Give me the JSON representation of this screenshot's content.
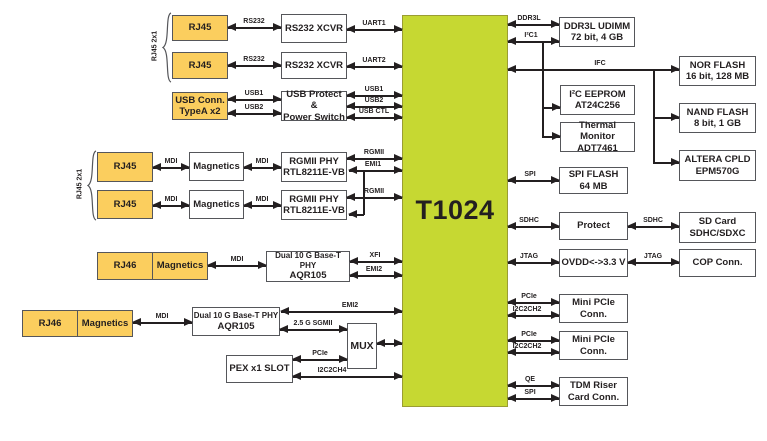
{
  "diagram": {
    "cpu_label": "T1024",
    "colors": {
      "yellow_block": "#FBCE5E",
      "green_block": "#C6D832",
      "line": "#231F20",
      "box_border": "#55565A"
    },
    "groups": {
      "top": "RJ45 2x1",
      "mid": "RJ45 2x1"
    },
    "boxes": {
      "rj45_1": "RJ45",
      "rj45_2": "RJ45",
      "rs232_xcvr_1": "RS232 XCVR",
      "rs232_xcvr_2": "RS232 XCVR",
      "usb_conn_l1": "USB Conn.",
      "usb_conn_l2": "TypeA x2",
      "usb_protect_l1": "USB Protect &",
      "usb_protect_l2": "Power Switch",
      "rj45_3": "RJ45",
      "rj45_4": "RJ45",
      "magnetics_1": "Magnetics",
      "magnetics_2": "Magnetics",
      "rgmii_phy_1_l1": "RGMII PHY",
      "rgmii_phy_1_l2": "RTL8211E-VB",
      "rgmii_phy_2_l1": "RGMII PHY",
      "rgmii_phy_2_l2": "RTL8211E-VB",
      "rj46_1": "RJ46",
      "rj46_mag_1": "Magnetics",
      "aqr105_1_l1": "Dual 10 G Base-T PHY",
      "aqr105_1_l2": "AQR105",
      "rj46_2": "RJ46",
      "rj46_mag_2": "Magnetics",
      "aqr105_2_l1": "Dual 10 G Base-T PHY",
      "aqr105_2_l2": "AQR105",
      "mux": "MUX",
      "pex_slot": "PEX x1 SLOT",
      "ddr3l_l1": "DDR3L UDIMM",
      "ddr3l_l2": "72 bit, 4 GB",
      "eeprom_l1": "I²C EEPROM",
      "eeprom_l2": "AT24C256",
      "thermal_l1": "Thermal Monitor",
      "thermal_l2": "ADT7461",
      "spi_flash_l1": "SPI FLASH",
      "spi_flash_l2": "64 MB",
      "protect": "Protect",
      "ovdd": "OVDD<->3.3 V",
      "mini_pcie_1_l1": "Mini PCIe",
      "mini_pcie_1_l2": "Conn.",
      "mini_pcie_2_l1": "Mini PCIe",
      "mini_pcie_2_l2": "Conn.",
      "tdm_l1": "TDM Riser",
      "tdm_l2": "Card Conn.",
      "nor_flash_l1": "NOR FLASH",
      "nor_flash_l2": "16 bit, 128 MB",
      "nand_flash_l1": "NAND FLASH",
      "nand_flash_l2": "8 bit, 1 GB",
      "cpld_l1": "ALTERA CPLD",
      "cpld_l2": "EPM570G",
      "sd_card_l1": "SD Card",
      "sd_card_l2": "SDHC/SDXC",
      "cop": "COP Conn."
    },
    "wires": {
      "rs232_1": "RS232",
      "rs232_2": "RS232",
      "uart1": "UART1",
      "uart2": "UART2",
      "usb1_l": "USB1",
      "usb2_l": "USB2",
      "usb1_r": "USB1",
      "usb2_r": "USB2",
      "usb_ctl": "USB CTL",
      "mdi_1": "MDI",
      "mdi_2": "MDI",
      "mdi_3": "MDI",
      "mdi_4": "MDI",
      "mdi_5": "MDI",
      "mdi_6": "MDI",
      "rgmii_1": "RGMII",
      "emi1": "EMI1",
      "rgmii_2": "RGMII",
      "xfi": "XFI",
      "emi2_1": "EMI2",
      "emi2_2": "EMI2",
      "sgmii": "2.5 G SGMII",
      "pcie_mux": "PCIe",
      "i2c2ch4": "I2C2CH4",
      "ddr3l": "DDR3L",
      "i2c1": "I²C1",
      "ifc": "IFC",
      "spi_1": "SPI",
      "sdhc_1": "SDHC",
      "sdhc_2": "SDHC",
      "jtag_1": "JTAG",
      "jtag_2": "JTAG",
      "pcie_1": "PCIe",
      "i2c2ch2_1": "I2C2CH2",
      "pcie_2": "PCIe",
      "i2c2ch2_2": "I2C2CH2",
      "qe": "QE",
      "spi_2": "SPI"
    }
  }
}
